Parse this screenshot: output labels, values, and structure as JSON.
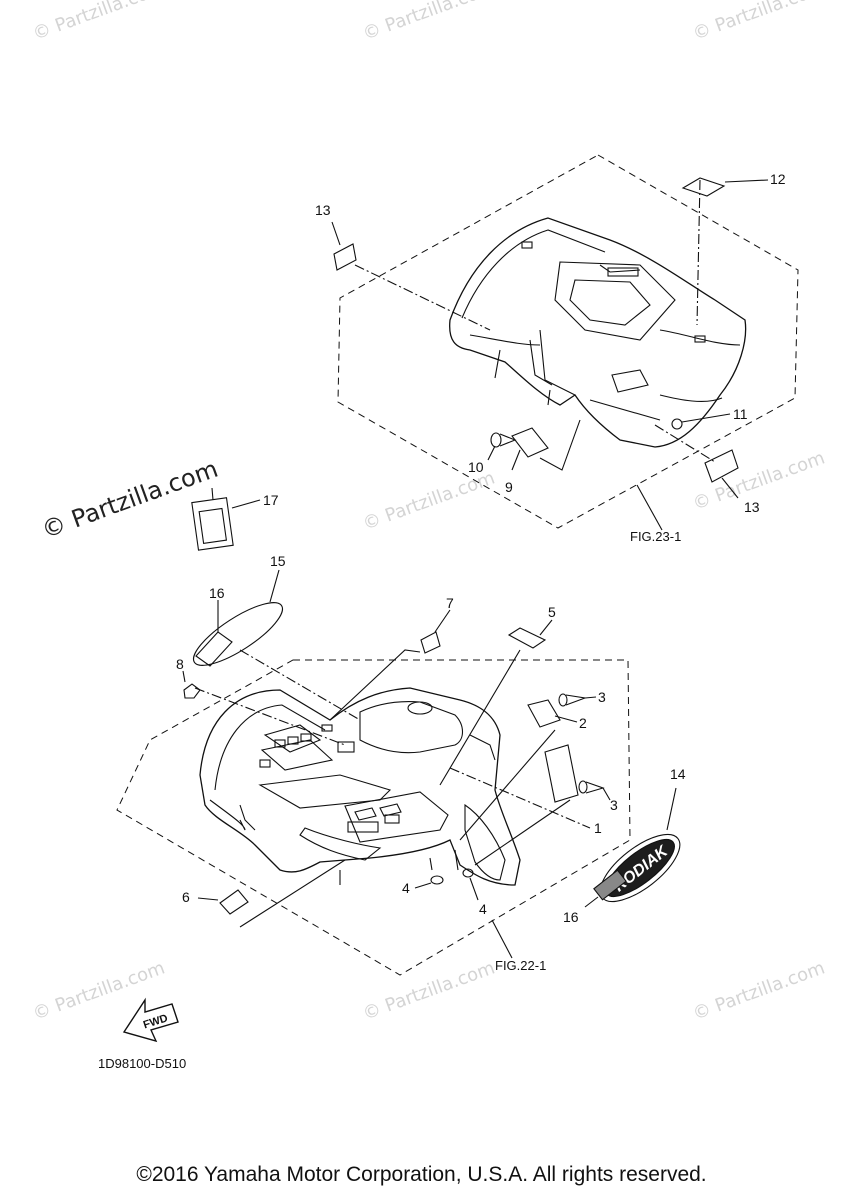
{
  "watermark": "© Partzilla.com",
  "callouts": [
    "1",
    "2",
    "3",
    "3",
    "4",
    "4",
    "5",
    "6",
    "7",
    "8",
    "9",
    "10",
    "11",
    "12",
    "13",
    "13",
    "14",
    "15",
    "16",
    "16",
    "17"
  ],
  "figure_refs": [
    "FIG.23-1",
    "FIG.22-1"
  ],
  "diagram_code": "1D98100-D510",
  "direction_label": "FWD",
  "brand_emblem": "KODIAK",
  "copyright": "©2016 Yamaha Motor Corporation, U.S.A. All rights reserved."
}
